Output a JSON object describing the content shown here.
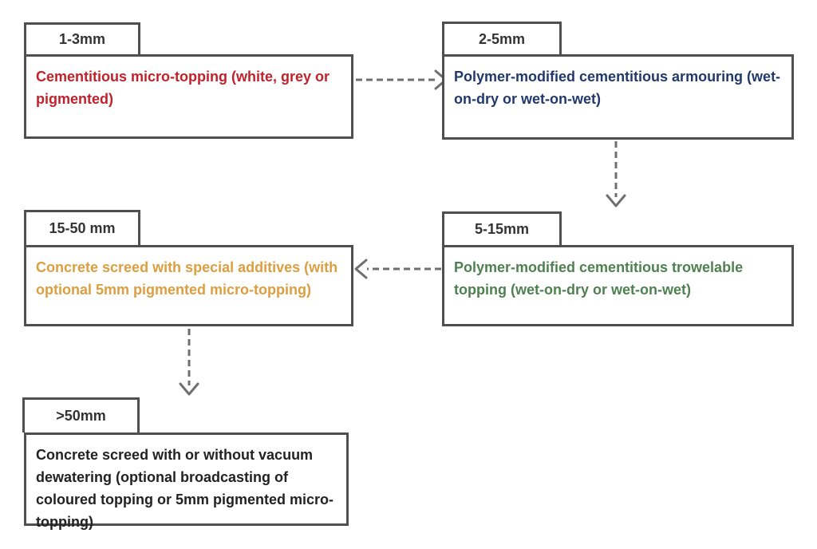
{
  "diagram": {
    "background": "#ffffff",
    "border_color": "#4f4f4f",
    "arrow_color": "#6f6f6f",
    "tab_text_color": "#333333",
    "nodes": [
      {
        "thickness": "1-3mm",
        "label": "Cementitious micro-topping (white, grey or pigmented)",
        "color": "#c0222b"
      },
      {
        "thickness": "2-5mm",
        "label": "Polymer-modified cementitious armouring (wet-on-dry or wet-on-wet)",
        "color": "#21386b"
      },
      {
        "thickness": "15-50 mm",
        "label": "Concrete screed with special additives (with optional 5mm pigmented micro-topping)",
        "color": "#dd9e3f"
      },
      {
        "thickness": "5-15mm",
        "label": "Polymer-modified cementitious trowelable topping (wet-on-dry or wet-on-wet)",
        "color": "#4e8050"
      },
      {
        "thickness": ">50mm",
        "label": "Concrete screed with or without vacuum dewatering (optional broadcasting of coloured topping or 5mm pigmented micro-topping)",
        "color": "#222222"
      }
    ],
    "edges": [
      {
        "from": "Cementitious micro-topping (1-3mm)",
        "to": "Polymer-modified cementitious armouring (2-5mm)",
        "direction": "right",
        "style": "dashed"
      },
      {
        "from": "Polymer-modified cementitious armouring (2-5mm)",
        "to": "Polymer-modified cementitious trowelable topping (5-15mm)",
        "direction": "down",
        "style": "dashed"
      },
      {
        "from": "Polymer-modified cementitious trowelable topping (5-15mm)",
        "to": "Concrete screed with special additives (15-50 mm)",
        "direction": "left",
        "style": "dashed"
      },
      {
        "from": "Concrete screed with special additives (15-50 mm)",
        "to": "Concrete screed with or without vacuum dewatering (>50mm)",
        "direction": "down",
        "style": "dashed"
      }
    ]
  }
}
